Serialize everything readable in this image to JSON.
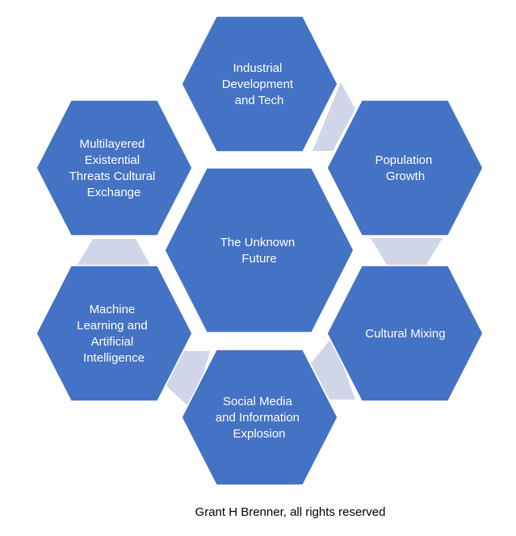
{
  "diagram": {
    "center": {
      "lines": [
        "The Unknown",
        "Future"
      ]
    },
    "nodes": [
      {
        "id": "industrial",
        "lines": [
          "Industrial",
          "Development",
          "and Tech"
        ]
      },
      {
        "id": "population",
        "lines": [
          "Population",
          "Growth"
        ]
      },
      {
        "id": "cultural-mixing",
        "lines": [
          "Cultural Mixing"
        ]
      },
      {
        "id": "social-media",
        "lines": [
          "Social Media",
          "and Information",
          "Explosion"
        ]
      },
      {
        "id": "machine-learning",
        "lines": [
          "Machine",
          "Learning and",
          "Artificial",
          "Intelligence"
        ]
      },
      {
        "id": "existential",
        "lines": [
          "Multilayered",
          "Existential",
          "Threats Cultural",
          "Exchange"
        ]
      }
    ]
  },
  "caption": "Grant H Brenner, all rights reserved",
  "colors": {
    "hexagon": "#4472c4",
    "connector": "#d0d6e8",
    "text": "#ffffff"
  }
}
